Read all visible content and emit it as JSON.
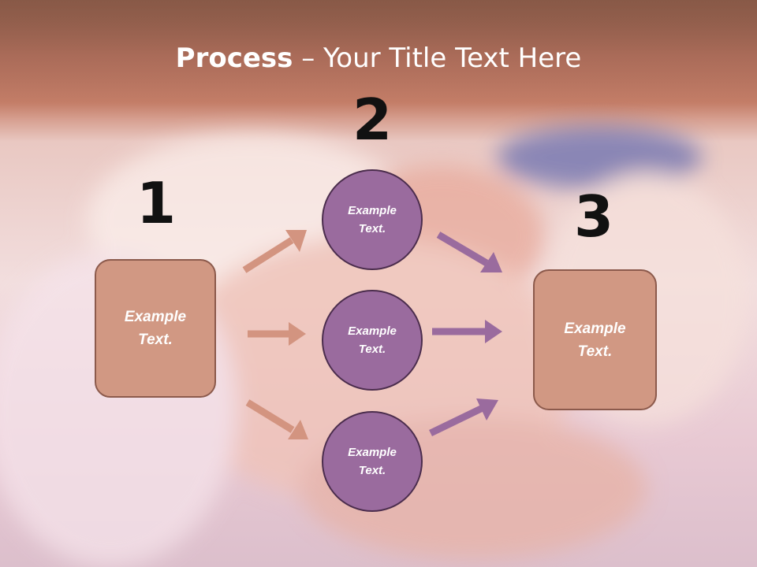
{
  "title": {
    "bold": "Process",
    "dash": " – ",
    "rest": "Your Title Text Here"
  },
  "steps": {
    "one": "1",
    "two": "2",
    "three": "3"
  },
  "left_box": {
    "text": "Example Text."
  },
  "circles": [
    {
      "text": "Example Text."
    },
    {
      "text": "Example Text."
    },
    {
      "text": "Example Text."
    }
  ],
  "right_box": {
    "text": "Example Text."
  },
  "colors": {
    "box_fill": "#d19883",
    "circle_fill": "#9a6b9e",
    "left_arrows": "#d39480",
    "right_arrows": "#9a6b9e"
  }
}
